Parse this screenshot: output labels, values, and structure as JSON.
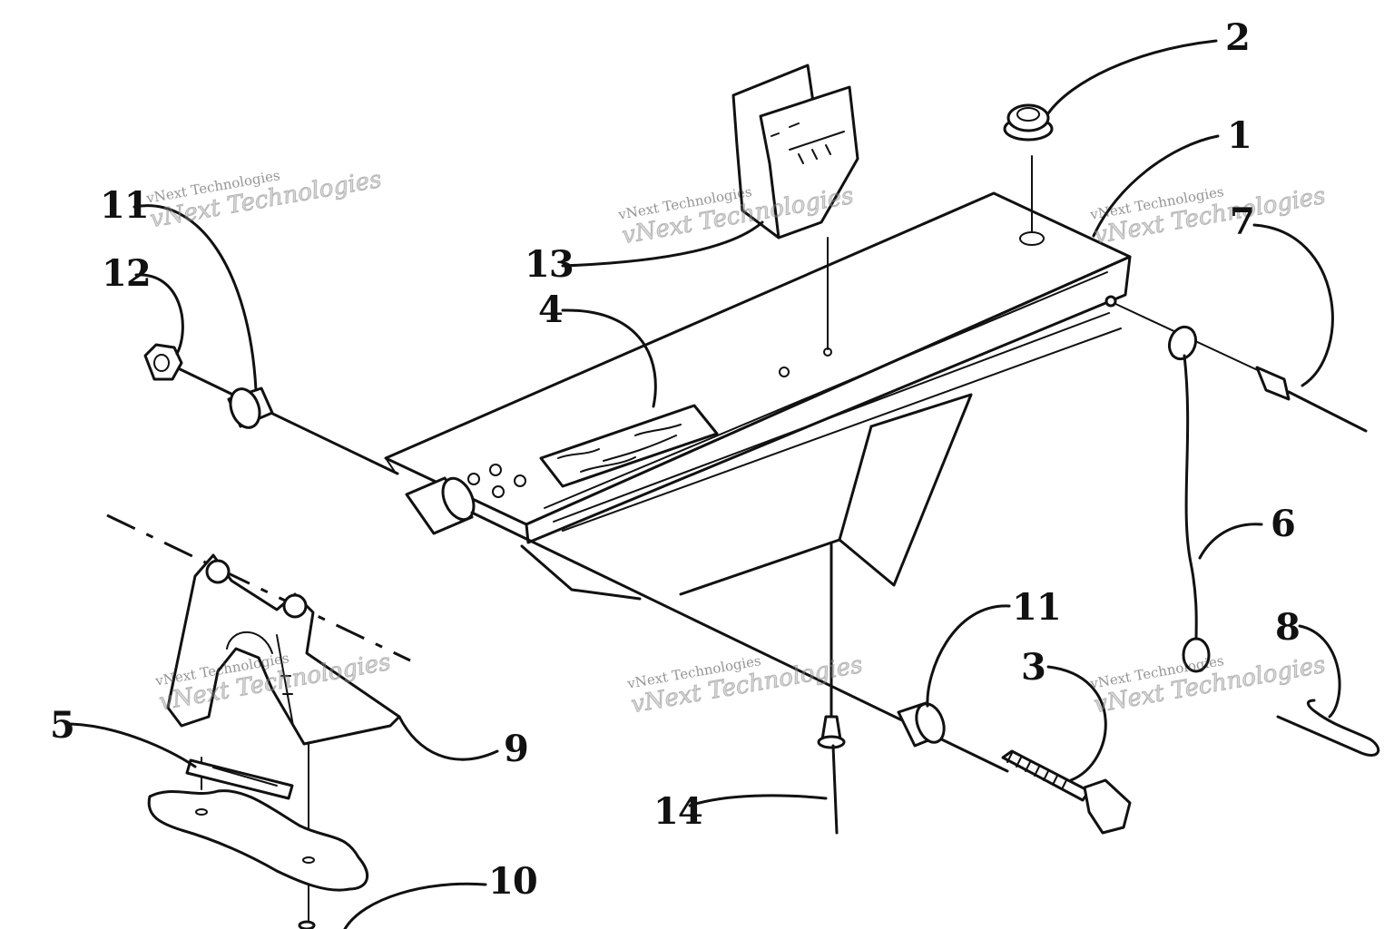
{
  "callouts": {
    "c1": "1",
    "c2": "2",
    "c3": "3",
    "c4": "4",
    "c5": "5",
    "c6": "6",
    "c7": "7",
    "c8": "8",
    "c9": "9",
    "c10": "10",
    "c11a": "11",
    "c11b": "11",
    "c12": "12",
    "c13": "13",
    "c14": "14"
  },
  "watermark": {
    "line1": "vNext Technologies",
    "line2": "vNext Technologies"
  }
}
